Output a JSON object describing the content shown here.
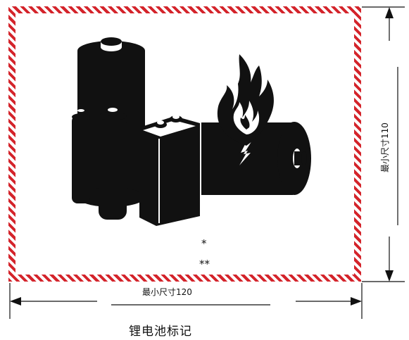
{
  "label": {
    "marker_single": "*",
    "marker_double": "**"
  },
  "dimensions": {
    "width_text": "最小尺寸120",
    "height_text": "最小尺寸110"
  },
  "caption": "锂电池标记",
  "colors": {
    "border_red": "#d4242b",
    "pictogram": "#111111"
  }
}
